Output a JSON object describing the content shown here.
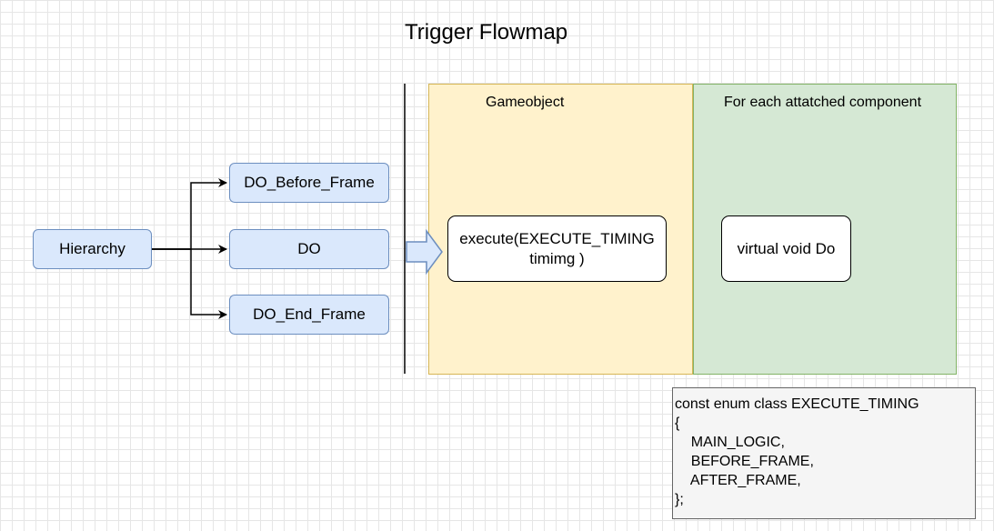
{
  "title": "Trigger Flowmap",
  "nodes": {
    "hierarchy": "Hierarchy",
    "before_frame": "DO_Before_Frame",
    "do": "DO",
    "end_frame": "DO_End_Frame"
  },
  "zones": {
    "gameobject_label": "Gameobject",
    "component_label": "For each attatched component"
  },
  "boxes": {
    "execute_line1": "execute(EXECUTE_TIMING",
    "execute_line2": "timimg )",
    "virtual_do": "virtual void Do"
  },
  "code": {
    "text": "const enum class EXECUTE_TIMING\n{\n    MAIN_LOGIC,\n    BEFORE_FRAME,\n    AFTER_FRAME,\n};"
  },
  "colors": {
    "node_fill": "#dae8fc",
    "node_stroke": "#6c8ebf",
    "yellow_fill": "#fff2cc",
    "green_fill": "#d5e8d4"
  }
}
